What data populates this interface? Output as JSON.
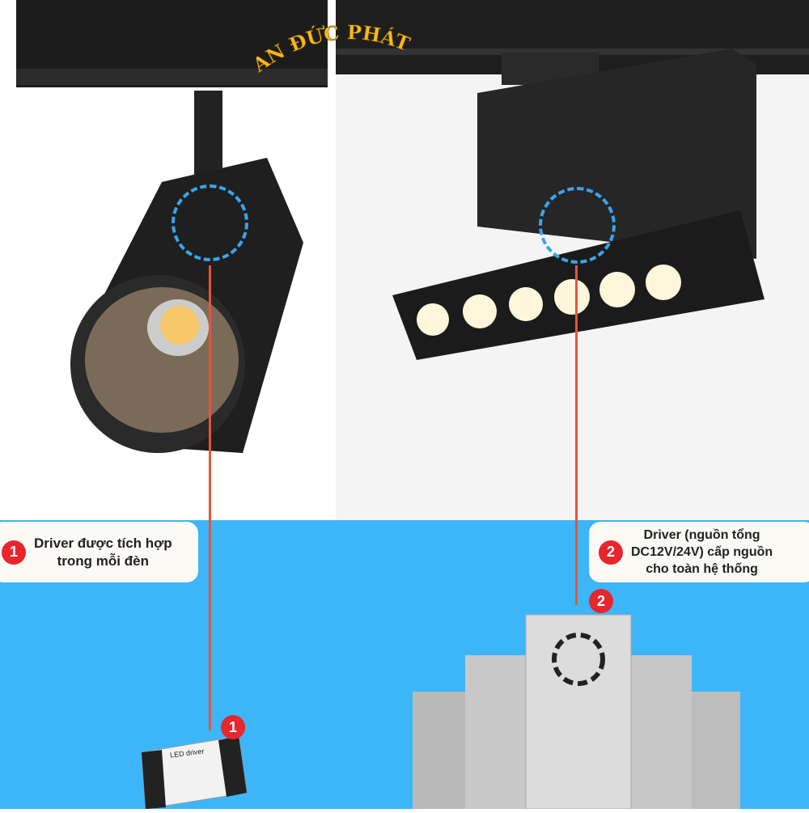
{
  "watermark": "AN ĐỨC PHÁT",
  "colors": {
    "background_blue": "#3db5f9",
    "badge_red": "#e8262d",
    "connector_line": "#e5553c",
    "highlight_ring": "#3aa4ea",
    "watermark_gold": "#f7b81c"
  },
  "callouts": [
    {
      "number": "1",
      "text_line1": "Driver được tích hợp",
      "text_line2": "trong mỗi đèn"
    },
    {
      "number": "2",
      "text_line1": "Driver (nguồn tổng",
      "text_line2": "DC12V/24V) cấp nguồn",
      "text_line3": "cho toàn hệ thống"
    }
  ],
  "markers": [
    "1",
    "2"
  ],
  "products": {
    "led_driver_label": "LED driver"
  }
}
